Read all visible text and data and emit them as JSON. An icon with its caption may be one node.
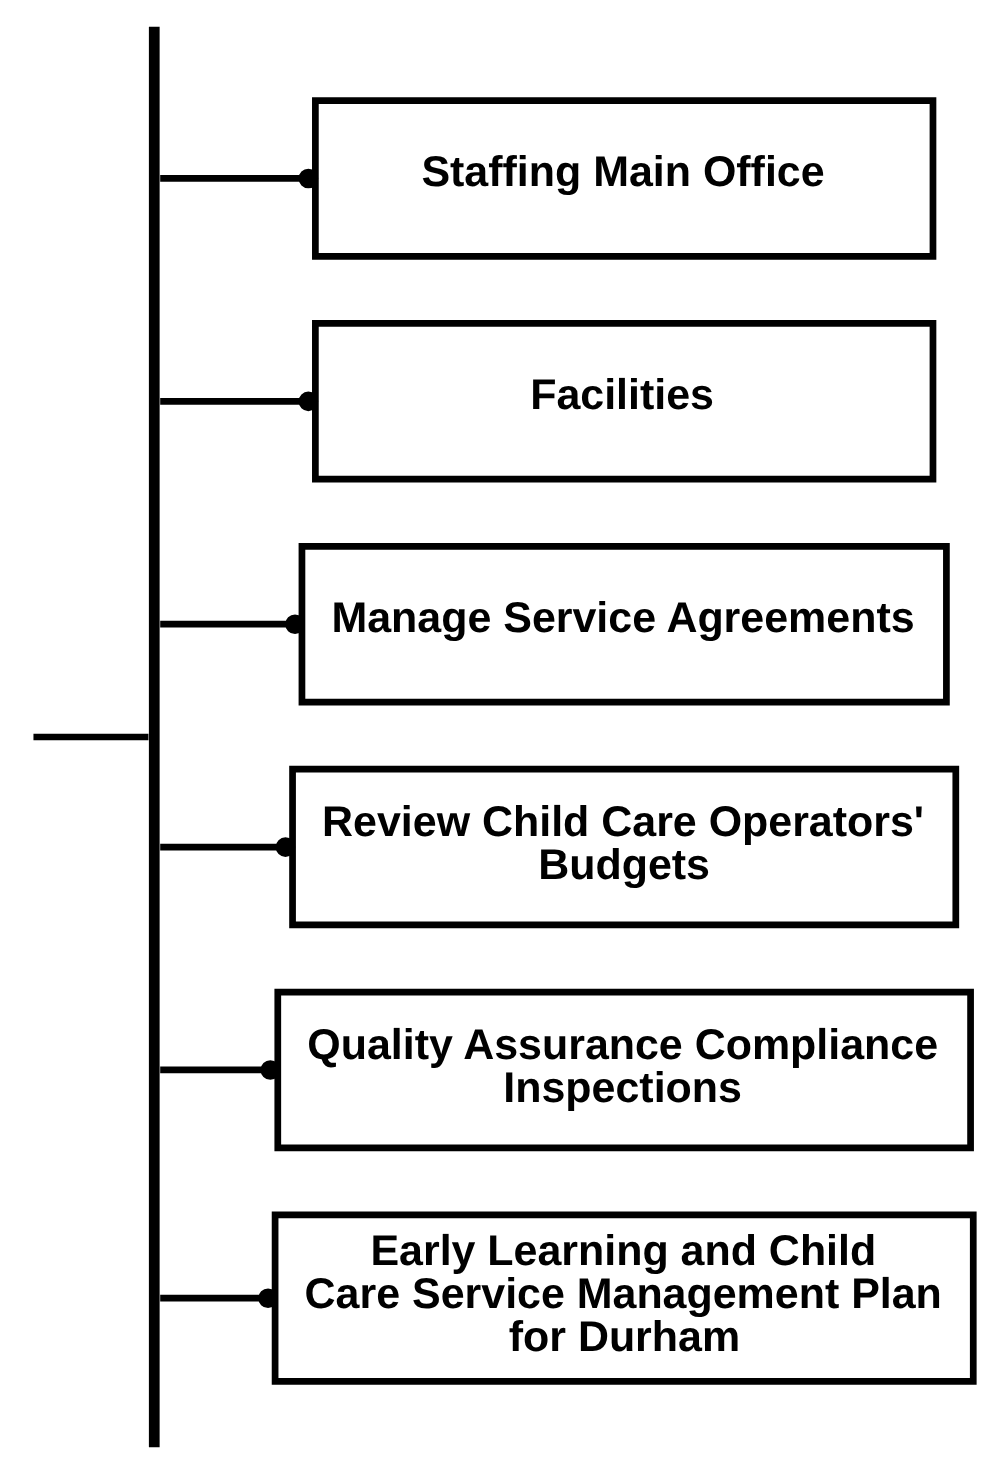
{
  "diagram": {
    "nodes": [
      {
        "text": [],
        "shape": "bar"
      },
      {
        "text": [
          "Staffing Main Office"
        ]
      },
      {
        "text": [
          "Facilities"
        ]
      },
      {
        "text": [
          "Manage Service Agreements"
        ]
      },
      {
        "text": [
          "Review Child Care Operators' Budgets"
        ]
      },
      {
        "text": [
          "Quality Assurance Compliance Inspections"
        ]
      },
      {
        "text": [
          "Early Learning and Child Care Service Management Plan for Durham"
        ]
      }
    ],
    "edges": [
      {
        "from": null,
        "to": 0,
        "arrow": "none"
      },
      {
        "from": 0,
        "to": 1,
        "arrow": "other"
      },
      {
        "from": 0,
        "to": 2,
        "arrow": "other"
      },
      {
        "from": 0,
        "to": 3,
        "arrow": "other"
      },
      {
        "from": 0,
        "to": 4,
        "arrow": "other"
      },
      {
        "from": 0,
        "to": 5,
        "arrow": "other"
      },
      {
        "from": 0,
        "to": 6,
        "arrow": "other"
      }
    ]
  }
}
